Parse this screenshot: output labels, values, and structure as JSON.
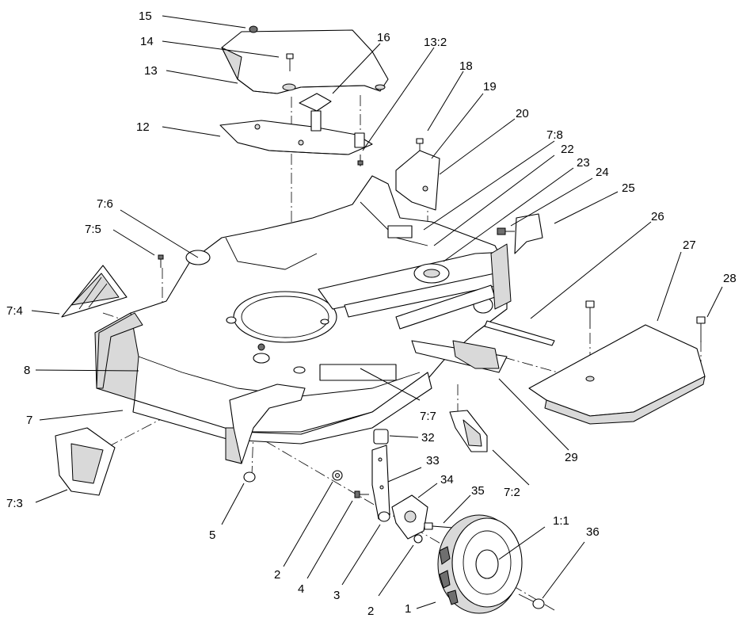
{
  "labels": [
    {
      "id": "15",
      "text": "15"
    },
    {
      "id": "14",
      "text": "14"
    },
    {
      "id": "16",
      "text": "16"
    },
    {
      "id": "13",
      "text": "13"
    },
    {
      "id": "13-2",
      "text": "13:2"
    },
    {
      "id": "12",
      "text": "12"
    },
    {
      "id": "18",
      "text": "18"
    },
    {
      "id": "19",
      "text": "19"
    },
    {
      "id": "20",
      "text": "20"
    },
    {
      "id": "7-8",
      "text": "7:8"
    },
    {
      "id": "22",
      "text": "22"
    },
    {
      "id": "23",
      "text": "23"
    },
    {
      "id": "24",
      "text": "24"
    },
    {
      "id": "25",
      "text": "25"
    },
    {
      "id": "26",
      "text": "26"
    },
    {
      "id": "27",
      "text": "27"
    },
    {
      "id": "28",
      "text": "28"
    },
    {
      "id": "7-6",
      "text": "7:6"
    },
    {
      "id": "7-5",
      "text": "7:5"
    },
    {
      "id": "7-4",
      "text": "7:4"
    },
    {
      "id": "8",
      "text": "8"
    },
    {
      "id": "7",
      "text": "7"
    },
    {
      "id": "7-7",
      "text": "7:7"
    },
    {
      "id": "29",
      "text": "29"
    },
    {
      "id": "32",
      "text": "32"
    },
    {
      "id": "33",
      "text": "33"
    },
    {
      "id": "34",
      "text": "34"
    },
    {
      "id": "35",
      "text": "35"
    },
    {
      "id": "7-2",
      "text": "7:2"
    },
    {
      "id": "1-1",
      "text": "1:1"
    },
    {
      "id": "36",
      "text": "36"
    },
    {
      "id": "7-3",
      "text": "7:3"
    },
    {
      "id": "5",
      "text": "5"
    },
    {
      "id": "2a",
      "text": "2"
    },
    {
      "id": "4",
      "text": "4"
    },
    {
      "id": "3",
      "text": "3"
    },
    {
      "id": "2b",
      "text": "2"
    },
    {
      "id": "1",
      "text": "1"
    }
  ]
}
